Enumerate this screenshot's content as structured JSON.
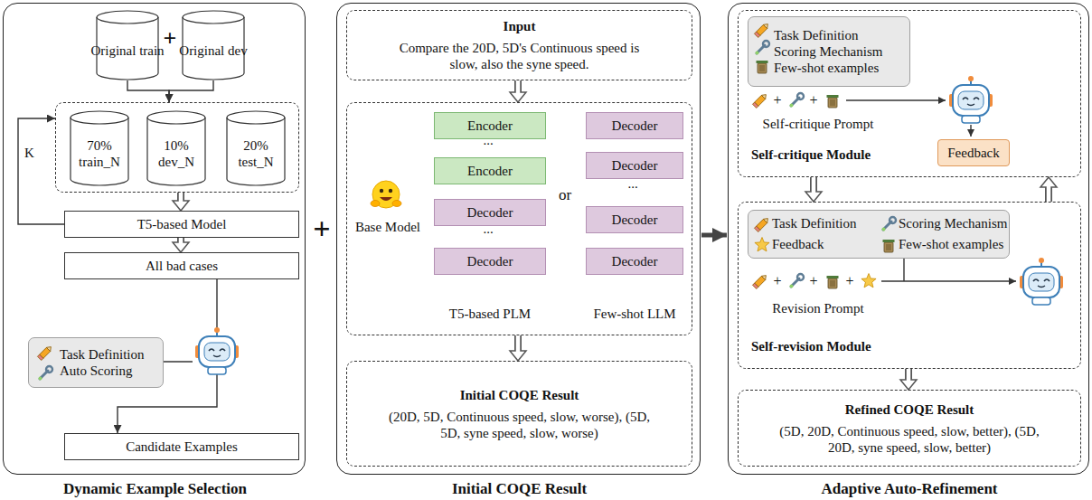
{
  "diagram": {
    "nodes": [
      {
        "text": [
          "Dynamic Example Selection"
        ]
      },
      {
        "text": [
          "Original train"
        ],
        "in": 0
      },
      {
        "text": [
          "Original dev"
        ],
        "in": 0
      },
      {
        "text": [],
        "in": 0
      },
      {
        "text": [
          "70%",
          "train_N"
        ],
        "in": 3
      },
      {
        "text": [
          "10%",
          "dev_N"
        ],
        "in": 3
      },
      {
        "text": [
          "20%",
          "test_N"
        ],
        "in": 3
      },
      {
        "text": [
          "T5-based  Model"
        ],
        "in": 0
      },
      {
        "text": [
          "All bad cases"
        ],
        "in": 0
      },
      {
        "text": [
          "Task Definition",
          "Auto Scoring"
        ],
        "in": 0
      },
      {
        "text": [
          "Candidate Examples"
        ],
        "in": 0
      },
      {
        "text": [
          "Initial COQE Result"
        ]
      },
      {
        "text": [
          "Input",
          "Compare the 20D, 5D's Continuous speed is slow, also the syne speed."
        ],
        "in": 11
      },
      {
        "text": [
          "Base Model"
        ],
        "in": 11
      },
      {
        "text": [
          "T5-based PLM"
        ],
        "in": 13
      },
      {
        "text": [
          "Encoder"
        ],
        "in": 14
      },
      {
        "text": [
          "Encoder"
        ],
        "in": 14
      },
      {
        "text": [
          "Decoder"
        ],
        "in": 14
      },
      {
        "text": [
          "Decoder"
        ],
        "in": 14
      },
      {
        "text": [
          "Few-shot LLM"
        ],
        "in": 13
      },
      {
        "text": [
          "Decoder"
        ],
        "in": 19
      },
      {
        "text": [
          "Decoder"
        ],
        "in": 19
      },
      {
        "text": [
          "Decoder"
        ],
        "in": 19
      },
      {
        "text": [
          "Decoder"
        ],
        "in": 19
      },
      {
        "text": [
          "Initial COQE Result",
          "(20D, 5D, Continuous speed, slow, worse), (5D, 5D, syne speed, slow, worse)"
        ],
        "in": 11
      },
      {
        "text": [
          "Adaptive Auto-Refinement"
        ]
      },
      {
        "text": [
          "Self-critique Module"
        ],
        "in": 25
      },
      {
        "text": [
          "Task Definition",
          "Scoring Mechanism",
          "Few-shot examples"
        ],
        "in": 26
      },
      {
        "text": [
          "Feedback"
        ],
        "in": 26
      },
      {
        "text": [
          "Self-revision Module"
        ],
        "in": 25
      },
      {
        "text": [
          "Task Definition",
          "Scoring Mechanism",
          "Feedback",
          "Few-shot examples"
        ],
        "in": 29
      },
      {
        "text": [
          "Refined COQE Result",
          "(5D, 20D, Continuous speed, slow, better), (5D, 20D, syne speed, slow, better)"
        ],
        "in": 25
      }
    ],
    "edges": [
      {
        "from": 1,
        "to": 3,
        "arrow": "to"
      },
      {
        "from": 2,
        "to": 3,
        "arrow": "to"
      },
      {
        "from": 3,
        "to": 7,
        "arrow": "to"
      },
      {
        "from": 7,
        "to": 3,
        "label": "K",
        "arrow": "to"
      },
      {
        "from": 7,
        "to": 8,
        "arrow": "to"
      },
      {
        "from": 8,
        "to": 10,
        "arrow": "to"
      },
      {
        "from": 12,
        "to": 13,
        "arrow": "to"
      },
      {
        "from": 13,
        "to": 24,
        "arrow": "to"
      },
      {
        "from": 11,
        "to": 25,
        "arrow": "to"
      },
      {
        "from": 26,
        "to": 29,
        "arrow": "to"
      },
      {
        "from": 29,
        "to": 26,
        "arrow": "to"
      },
      {
        "from": 29,
        "to": 31,
        "arrow": "to"
      }
    ],
    "labels": [
      "+",
      "+",
      "...",
      "...",
      "or",
      "...",
      "+",
      "+",
      "Self-critique Prompt",
      "+",
      "+",
      "+",
      "Revision Prompt"
    ]
  }
}
